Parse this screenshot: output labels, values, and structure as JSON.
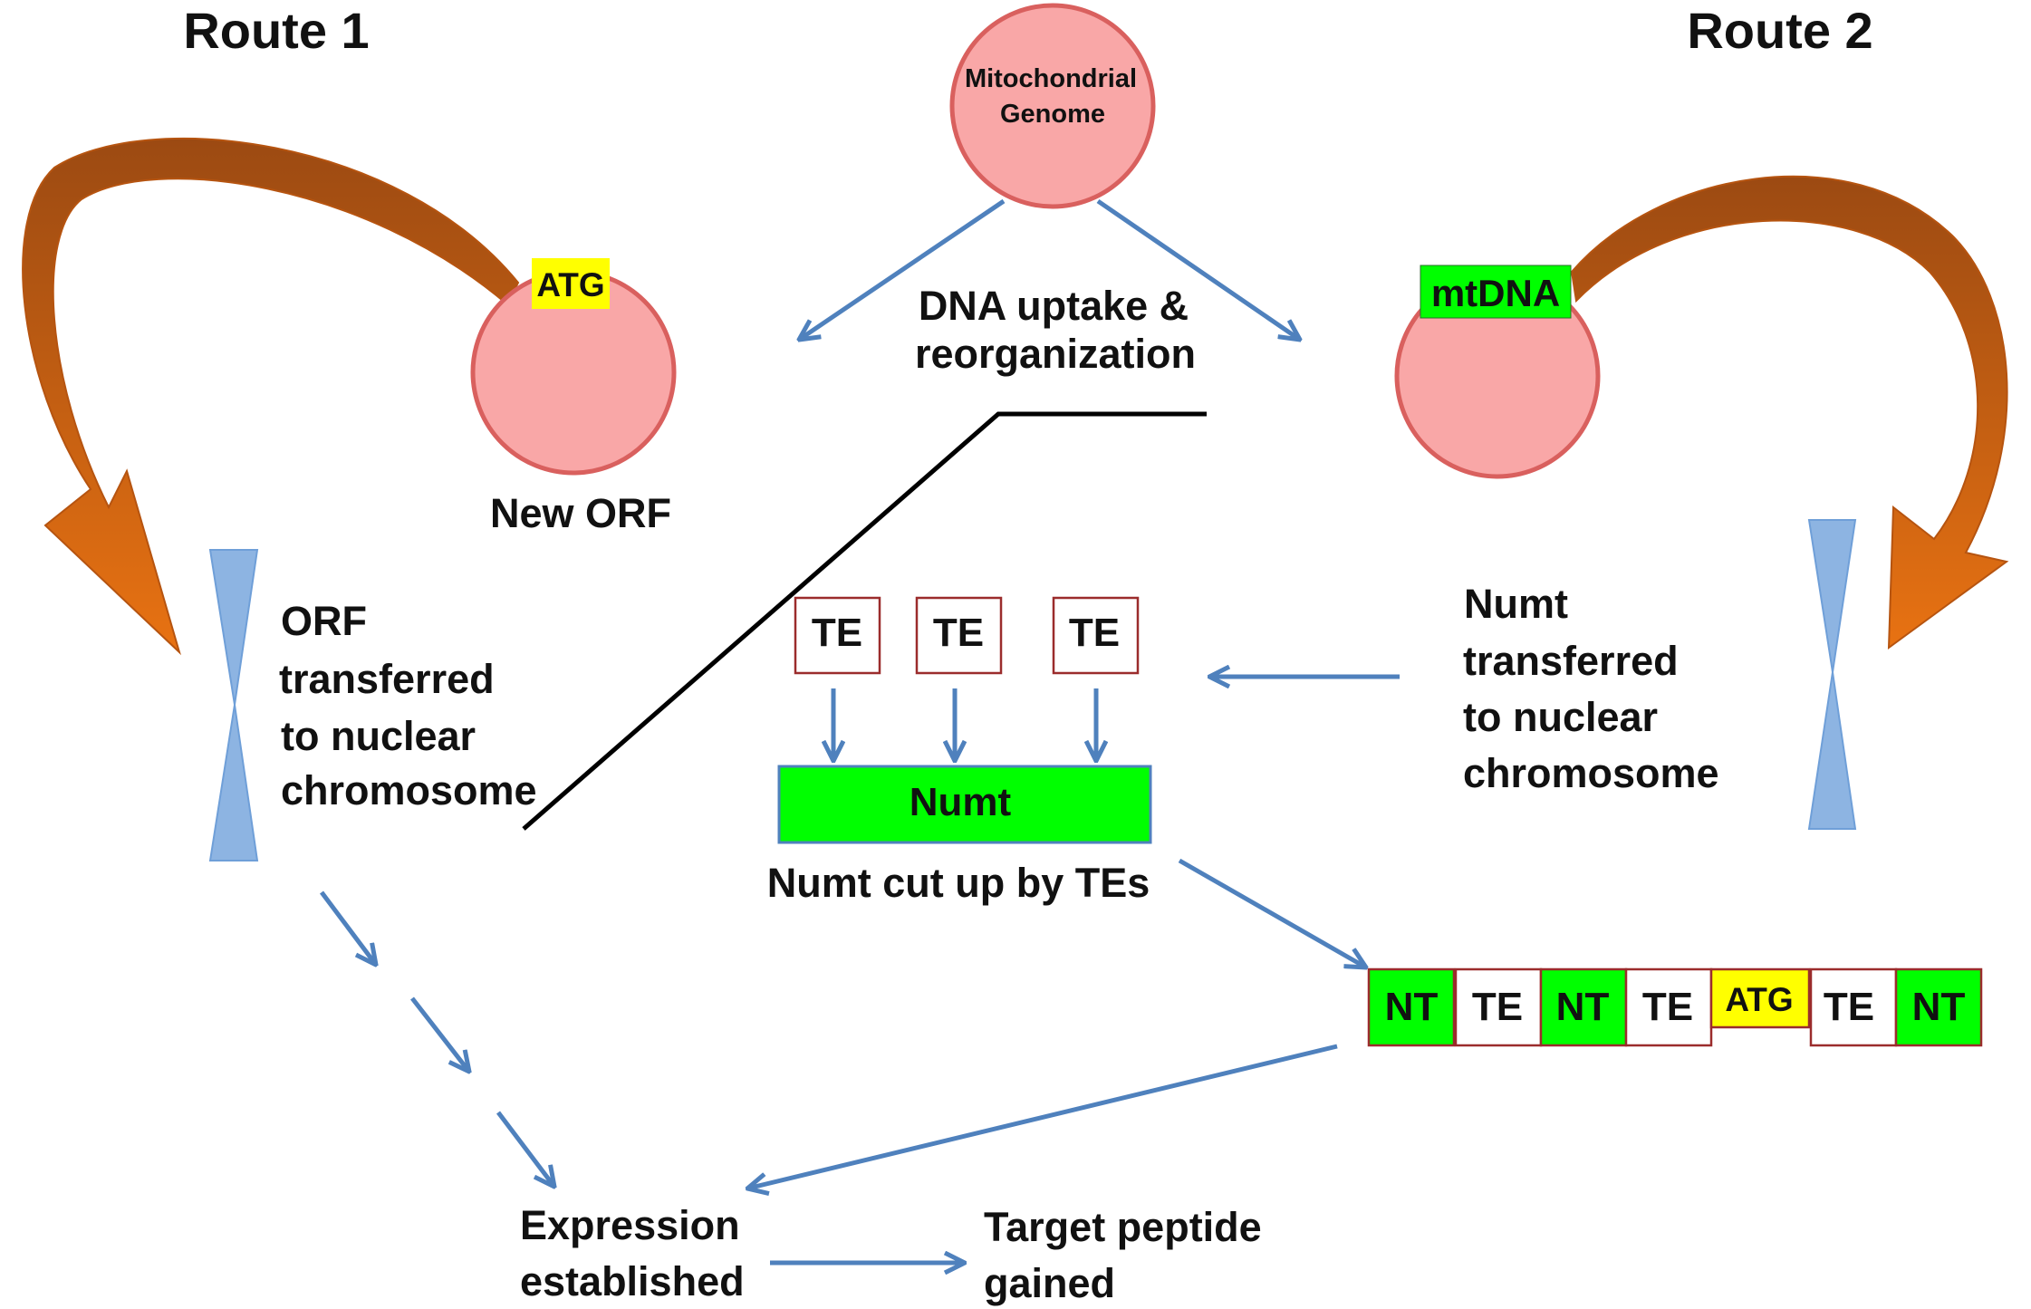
{
  "diagram": {
    "routes": {
      "route1": "Route 1",
      "route2": "Route 2"
    },
    "mito_genome": {
      "line1": "Mitochondrial",
      "line2": "Genome"
    },
    "center_caption": {
      "line1": "DNA uptake &",
      "line2": "reorganization"
    },
    "route1_nodes": {
      "atg_tag": "ATG",
      "new_orf": "New ORF",
      "orf_transfer": [
        "ORF",
        "transferred",
        "to nuclear",
        "chromosome"
      ]
    },
    "route2_nodes": {
      "mtdna_tag": "mtDNA",
      "numt_transfer": [
        "Numt",
        "transferred",
        "to nuclear",
        "chromosome"
      ]
    },
    "te_boxes": [
      "TE",
      "TE",
      "TE"
    ],
    "numt_bar": "Numt",
    "numt_caption": "Numt cut up by TEs",
    "segment_strip": [
      {
        "label": "NT",
        "kind": "nt"
      },
      {
        "label": "TE",
        "kind": "te"
      },
      {
        "label": "NT",
        "kind": "nt"
      },
      {
        "label": "TE",
        "kind": "te"
      },
      {
        "label": "ATG",
        "kind": "atg"
      },
      {
        "label": "TE",
        "kind": "te"
      },
      {
        "label": "NT",
        "kind": "nt"
      }
    ],
    "outcome": {
      "expression": [
        "Expression",
        "established"
      ],
      "target": [
        "Target peptide",
        "gained"
      ]
    },
    "colors": {
      "circle_fill": "#f9a7a7",
      "circle_stroke": "#d9605e",
      "green": "#00ff00",
      "yellow": "#ffff00",
      "box_border": "#9b2c2c",
      "blue_arrow": "#4f81bd",
      "chromosome": "#8db4e2",
      "orange": "#e46c0a",
      "orange_dark": "#9c4a12"
    }
  }
}
